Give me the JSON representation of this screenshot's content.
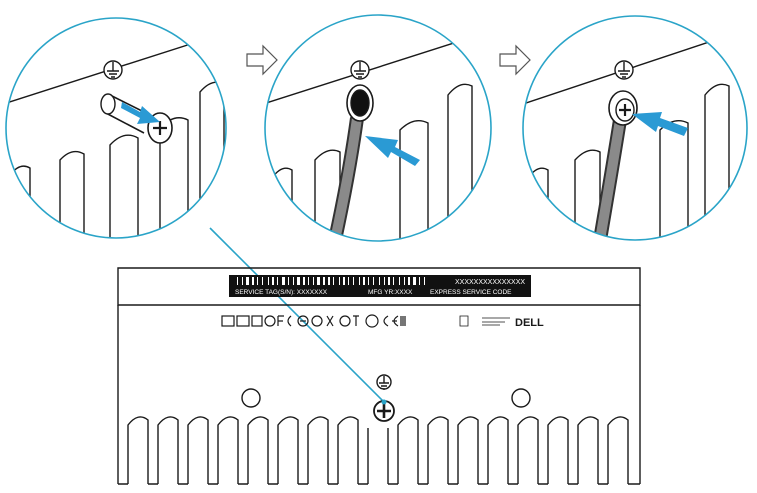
{
  "label": {
    "barcode_value": "XXXXXXXXXXXXXXX",
    "service_tag_line": "SERVICE TAG(S/N): XXXXXXX",
    "mfg_line": "MFG YR:XXXX",
    "express_code": "EXPRESS SERVICE CODE"
  },
  "brand": {
    "text": "DELL"
  },
  "colors": {
    "accent": "#2a9ad4",
    "line": "#1a1a1a",
    "callout_circle": "#2aa4c8"
  },
  "icons": {
    "step_arrow": "hollow-right-arrow",
    "action_arrow": "blue-arrow",
    "ground": "ground-symbol"
  }
}
